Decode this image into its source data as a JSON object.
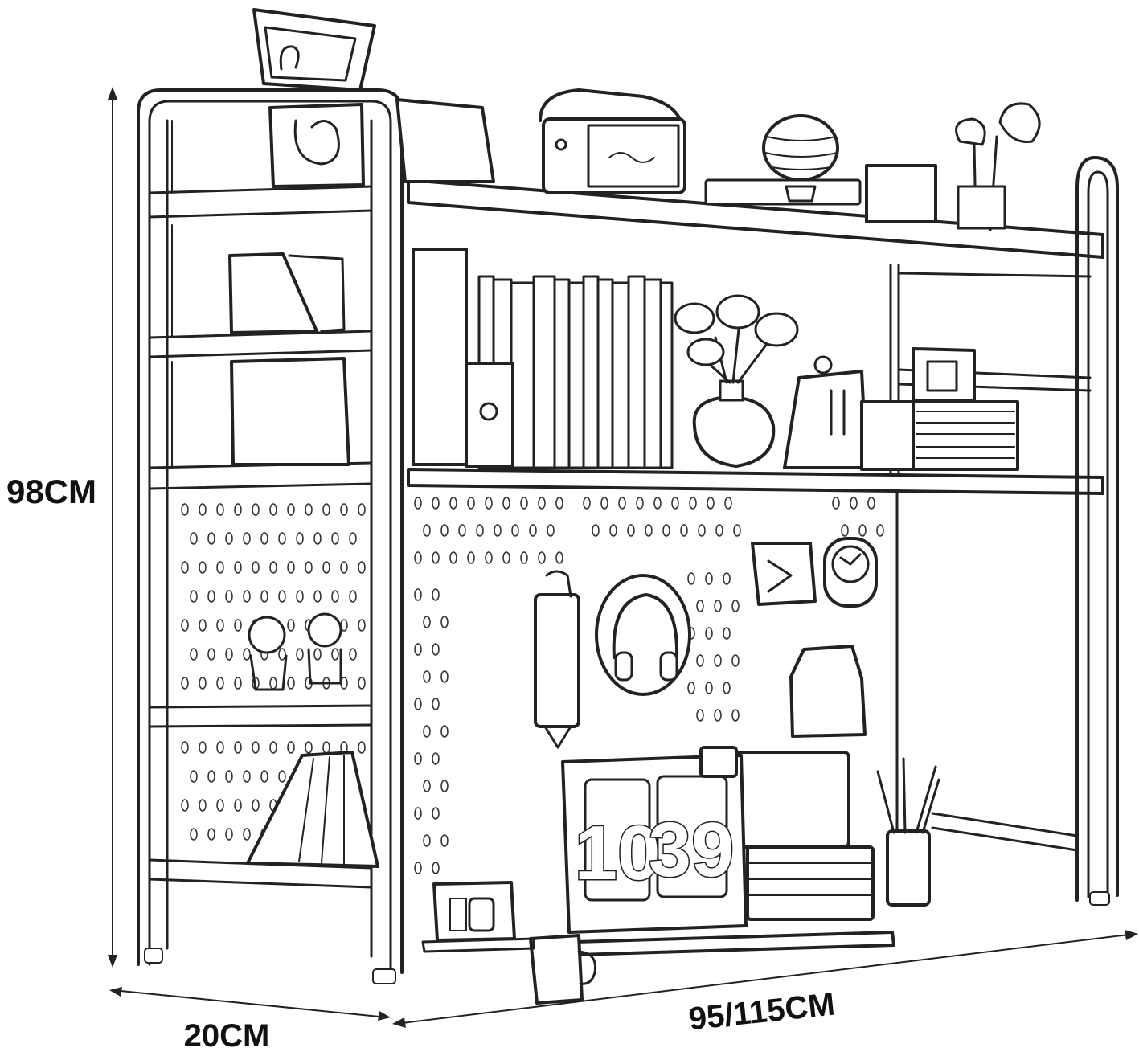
{
  "dimensions": {
    "height": "98CM",
    "depth": "20CM",
    "width": "95/115CM"
  },
  "desk_clock": {
    "hours": "10",
    "minutes": "39"
  },
  "colors": {
    "line": "#222222",
    "background": "#ffffff"
  }
}
